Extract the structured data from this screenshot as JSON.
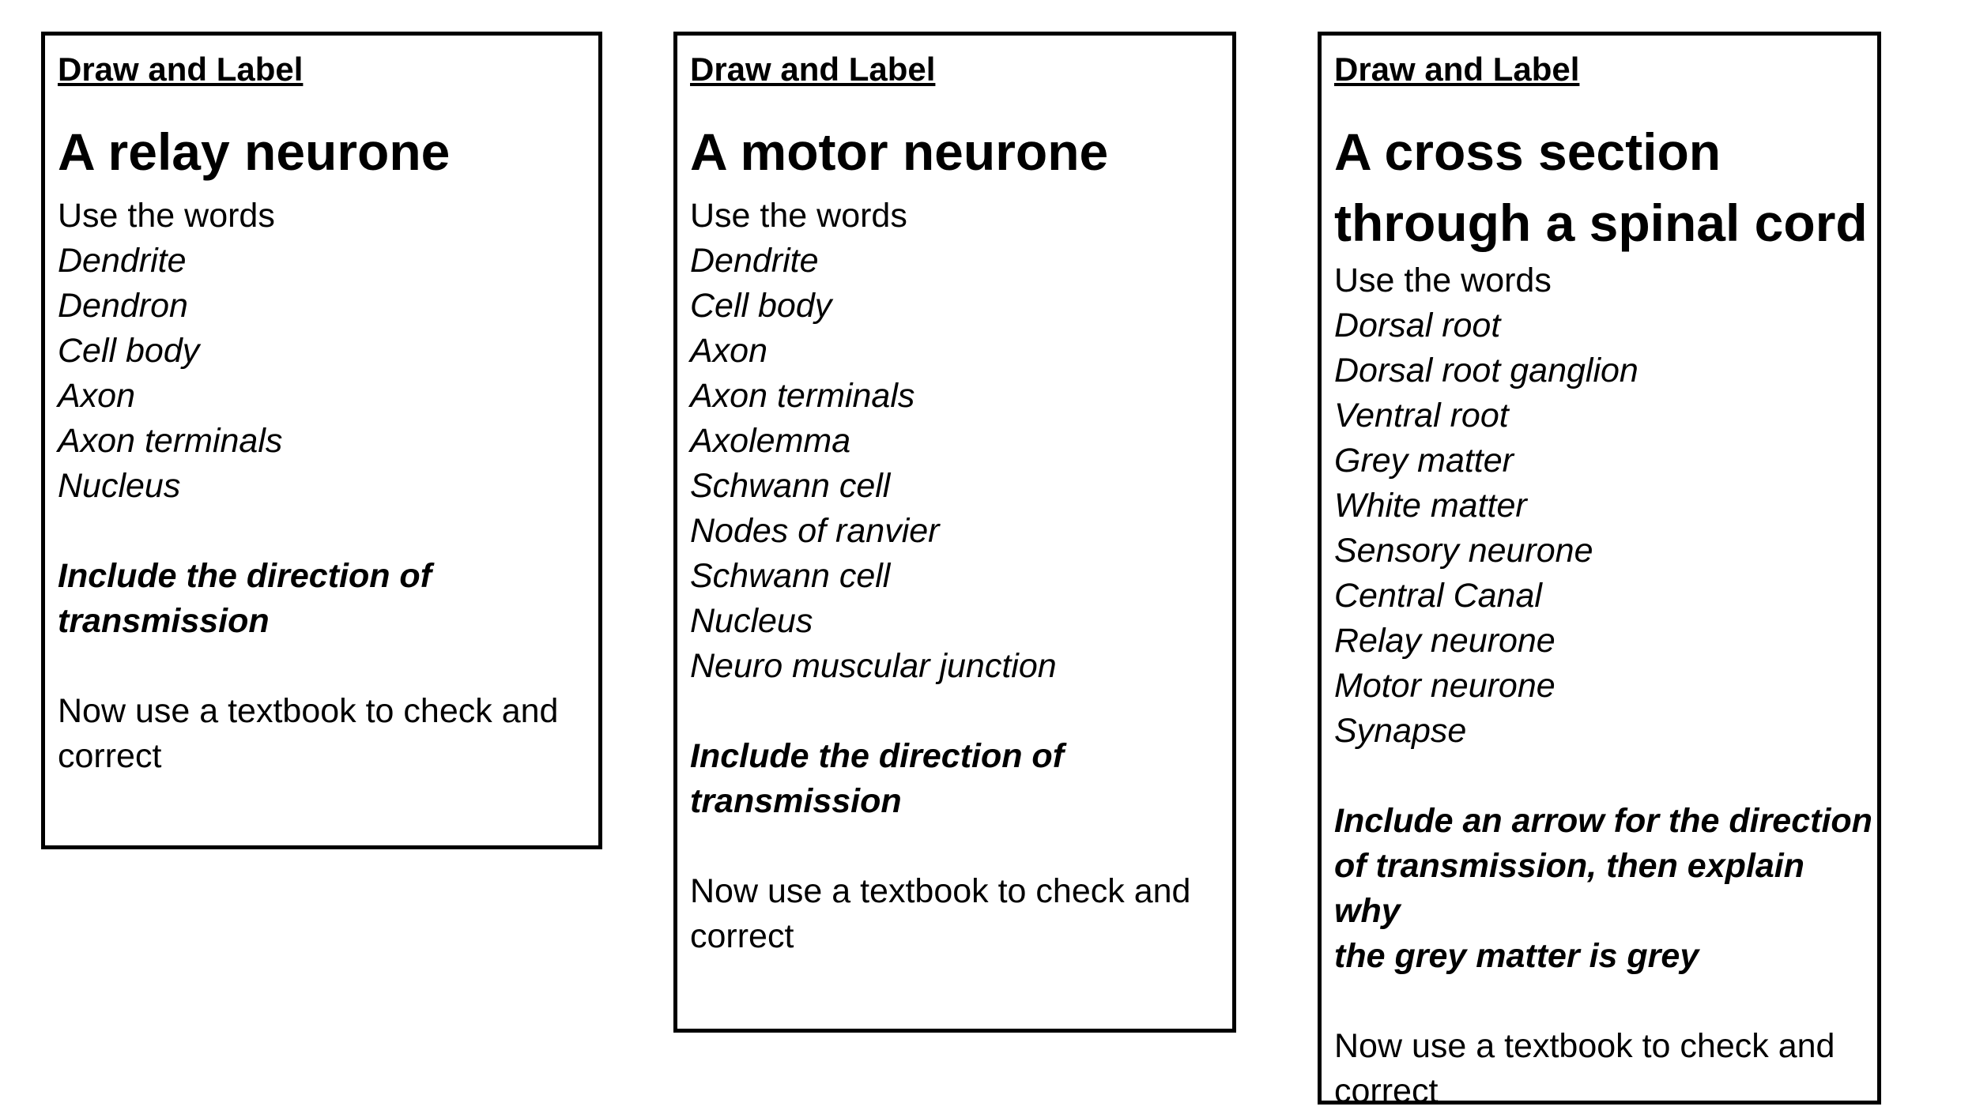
{
  "cards": [
    {
      "heading": "Draw and Label",
      "title_lines": [
        "A relay neurone"
      ],
      "intro": "Use the words",
      "words": [
        "Dendrite",
        "Dendron",
        "Cell body",
        "Axon",
        "Axon terminals",
        "Nucleus"
      ],
      "note_lines": [
        "Include the direction of",
        "transmission"
      ],
      "footer_lines": [
        "Now use a textbook to check and",
        "correct"
      ]
    },
    {
      "heading": "Draw and Label",
      "title_lines": [
        "A motor neurone"
      ],
      "intro": "Use the words",
      "words": [
        "Dendrite",
        "Cell body",
        "Axon",
        "Axon terminals",
        "Axolemma",
        "Schwann cell",
        "Nodes of ranvier",
        "Schwann cell",
        "Nucleus",
        "Neuro muscular junction"
      ],
      "note_lines": [
        "Include the direction of",
        "transmission"
      ],
      "footer_lines": [
        "Now use a textbook to check and",
        "correct"
      ]
    },
    {
      "heading": "Draw and Label",
      "title_lines": [
        "A cross section",
        "through a spinal cord"
      ],
      "intro": "Use the words",
      "words": [
        "Dorsal root",
        "Dorsal root ganglion",
        "Ventral root",
        "Grey matter",
        "White matter",
        "Sensory neurone",
        "Central Canal",
        "Relay neurone",
        "Motor neurone",
        "Synapse"
      ],
      "note_lines": [
        "Include an arrow for the direction",
        "of transmission, then explain why",
        "the grey matter is grey"
      ],
      "footer_lines": [
        "Now use a textbook to check and",
        "correct"
      ]
    }
  ]
}
